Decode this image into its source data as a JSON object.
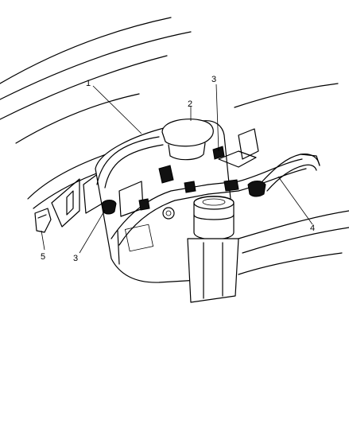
{
  "callouts": {
    "c1": "1",
    "c2": "2",
    "c3a": "3",
    "c3b": "3",
    "c4": "4",
    "c5": "5"
  }
}
